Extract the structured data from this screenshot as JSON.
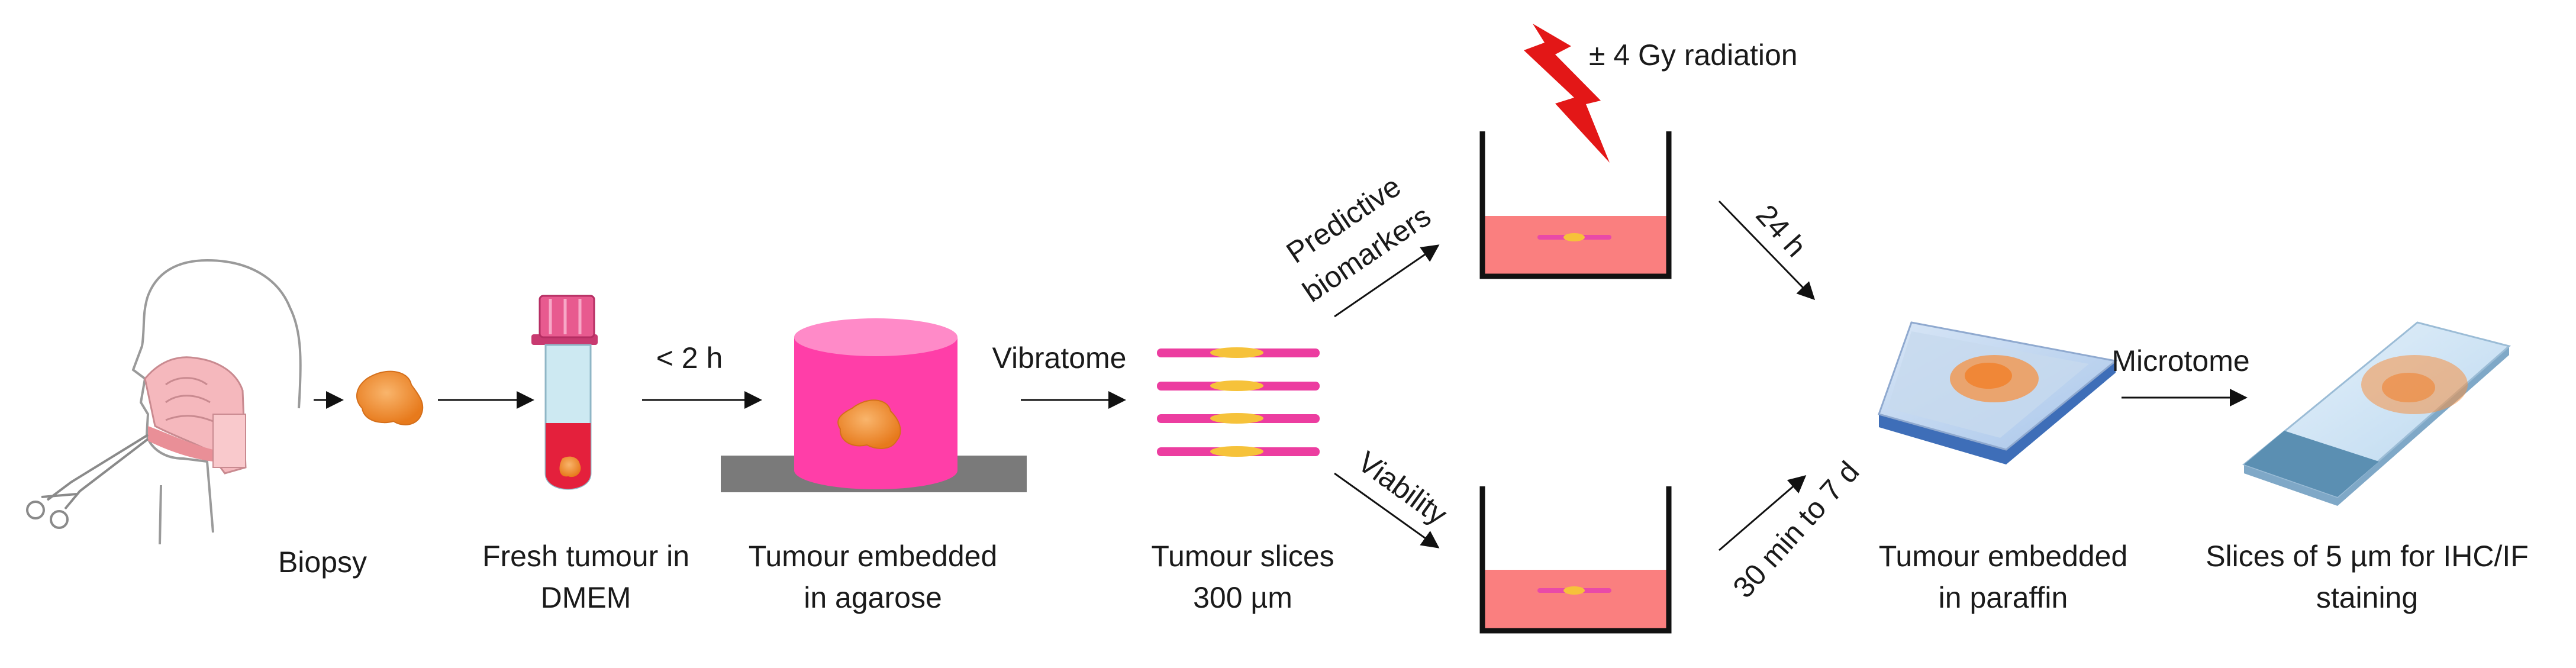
{
  "steps": {
    "biopsy": "Biopsy",
    "fresh_tumour": "Fresh tumour in\nDMEM",
    "embedded_agarose": "Tumour embedded\nin agarose",
    "slices": "Tumour slices\n300 µm",
    "embedded_paraffin": "Tumour embedded\nin paraffin",
    "final_slices": "Slices of 5 µm for IHC/IF\nstaining"
  },
  "arrows": {
    "time_transport": "< 2 h",
    "vibratome": "Vibratome",
    "predictive": "Predictive\nbiomarkers",
    "viability": "Viability",
    "radiation": "± 4 Gy radiation",
    "time_24h": "24 h",
    "time_range": "30 min to 7 d",
    "microtome": "Microtome"
  },
  "colors": {
    "agarose": "#ff3ea8",
    "medium": "#fa7f7f",
    "tumour": "#f58a28",
    "lightning": "#e31717",
    "tube_cap": "#cc3a6e",
    "blood": "#e2203a",
    "cassette": "#8ab4e6",
    "slide": "#5b8fb2"
  }
}
